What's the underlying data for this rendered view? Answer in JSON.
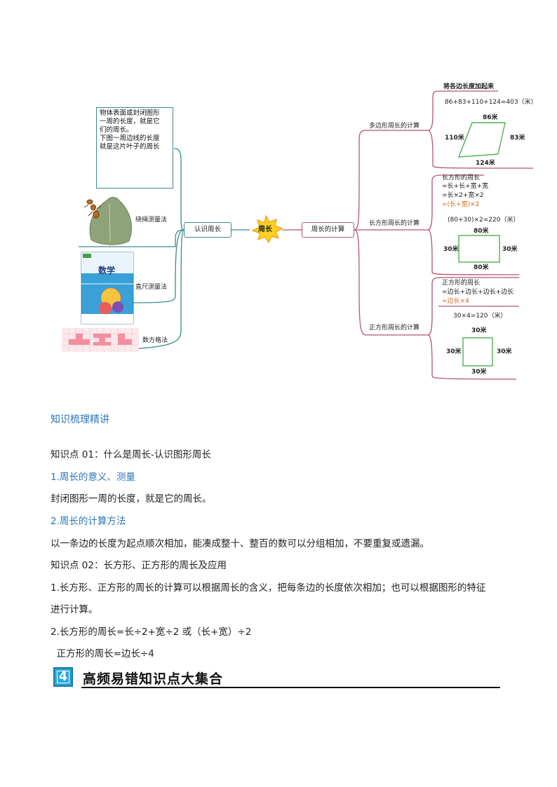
{
  "mindmap": {
    "center": "周长",
    "left_node": "认识周长",
    "right_node": "周长的计算",
    "definition_note": [
      "物体表面或封闭图形",
      "一周的长度，就是它",
      "们的周长。",
      "下图一周边线的长度",
      "就是这片叶子的周长"
    ],
    "methods": [
      "绕绳测量法",
      "直尺测量法",
      "数方格法"
    ],
    "book_title": "数学",
    "polygon": {
      "label": "多边形周长的计算",
      "rule": "将各边长度加起来",
      "formula": "86+83+110+124=403（米）",
      "sides": {
        "top": "86米",
        "right": "83米",
        "left": "110米",
        "bottom": "124米"
      }
    },
    "rectangle": {
      "label": "长方形周长的计算",
      "rule": [
        "长方形的周长",
        "=长+长+宽+宽",
        "=长×2+宽×2"
      ],
      "rule_highlight": "=(长+宽)×2",
      "formula": "(80+30)×2=220（米）",
      "sides": {
        "top": "80米",
        "bottom": "80米",
        "left": "30米",
        "right": "30米"
      }
    },
    "square": {
      "label": "正方形周长的计算",
      "rule": [
        "正方形的周长",
        "=边长+边长+边长+边长"
      ],
      "rule_highlight": "=边长×4",
      "formula": "30×4=120（米）",
      "sides": {
        "top": "30米",
        "bottom": "30米",
        "left": "30米",
        "right": "30米"
      }
    }
  },
  "notes": {
    "heading": "知识梳理精讲",
    "lines": [
      {
        "text": "知识点 01：什么是周长-认识图形周长",
        "blue": false
      },
      {
        "text": "1.周长的意义、测量",
        "blue": true
      },
      {
        "text": "封闭图形一周的长度，就是它的周长。",
        "blue": false
      },
      {
        "text": "2.周长的计算方法",
        "blue": true
      },
      {
        "text": "以一条边的长度为起点顺次相加，能凑成整十、整百的数可以分组相加，不要重复或遗漏。",
        "blue": false
      },
      {
        "text": "知识点 02：长方形、正方形的周长及应用",
        "blue": false
      },
      {
        "text": "1.长方形、正方形的周长的计算可以根据周长的含义，把每条边的长度依次相加；也可以根据图形的特征",
        "blue": false
      },
      {
        "text": "进行计算。",
        "blue": false
      },
      {
        "text": "2.长方形的周长=长÷2+宽÷2 或（长+宽）÷2",
        "blue": false
      },
      {
        "text": "  正方形的周长=边长÷4",
        "blue": false
      }
    ]
  },
  "section4": {
    "number": "4",
    "title": "高频易错知识点大集合"
  },
  "colors": {
    "branch_right": "#b5556d",
    "branch_left": "#3a8a8a",
    "heading_blue": "#2e75b6",
    "shape_green": "#4caf50"
  }
}
